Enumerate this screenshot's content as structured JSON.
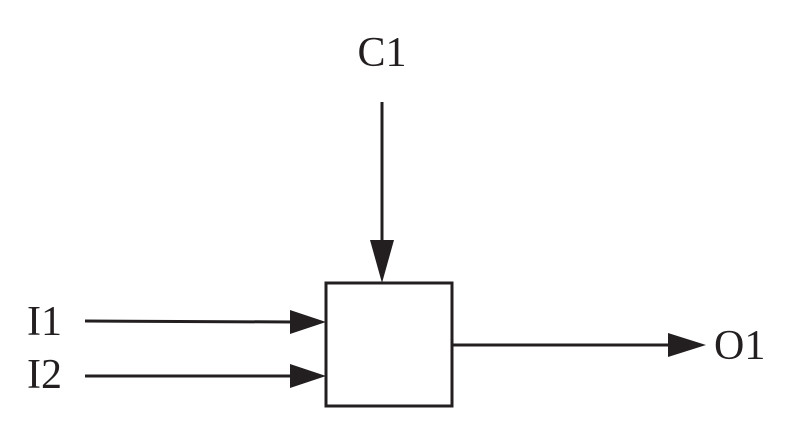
{
  "diagram": {
    "colors": {
      "stroke": "#231f20",
      "background": "#ffffff"
    },
    "labels": {
      "control": "C1",
      "input_1": "I1",
      "input_2": "I2",
      "output": "O1"
    }
  }
}
